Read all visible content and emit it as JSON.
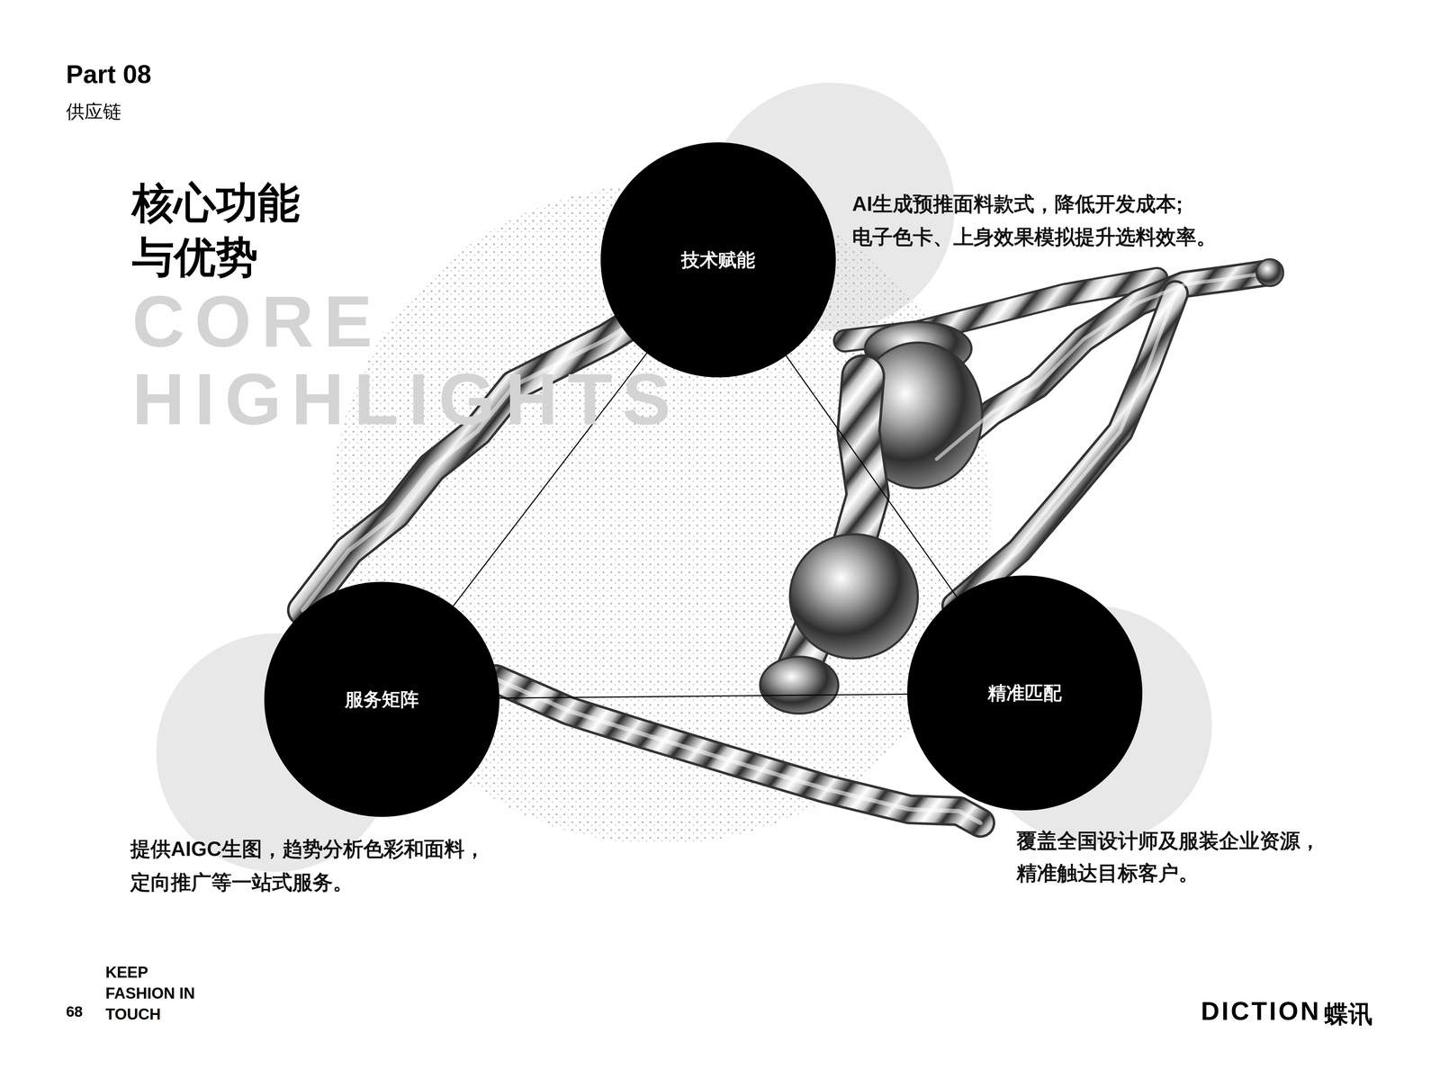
{
  "diagram": {
    "title": "核心功能 与优势",
    "nodes": [
      {
        "text": [
          "技术赋能"
        ]
      },
      {
        "text": [
          "服务矩阵"
        ]
      },
      {
        "text": [
          "精准匹配"
        ]
      }
    ],
    "edges": [
      {
        "from": 0,
        "to": 1,
        "arrow": "none"
      },
      {
        "from": 0,
        "to": 2,
        "arrow": "none"
      },
      {
        "from": 1,
        "to": 2,
        "arrow": "none"
      }
    ],
    "labels": [
      "Part 08",
      "供应链",
      "CORE HIGHLIGHTS",
      "AI生成预推面料款式，降低开发成本; 电子色卡、上身效果模拟提升选料效率。",
      "提供AIGC生图，趋势分析色彩和面料， 定向推广等一站式服务。",
      "覆盖全国设计师及服装企业资源， 精准触达目标客户。",
      "68",
      "KEEP FASHION IN TOUCH",
      "DICTION",
      "蝶讯"
    ]
  }
}
